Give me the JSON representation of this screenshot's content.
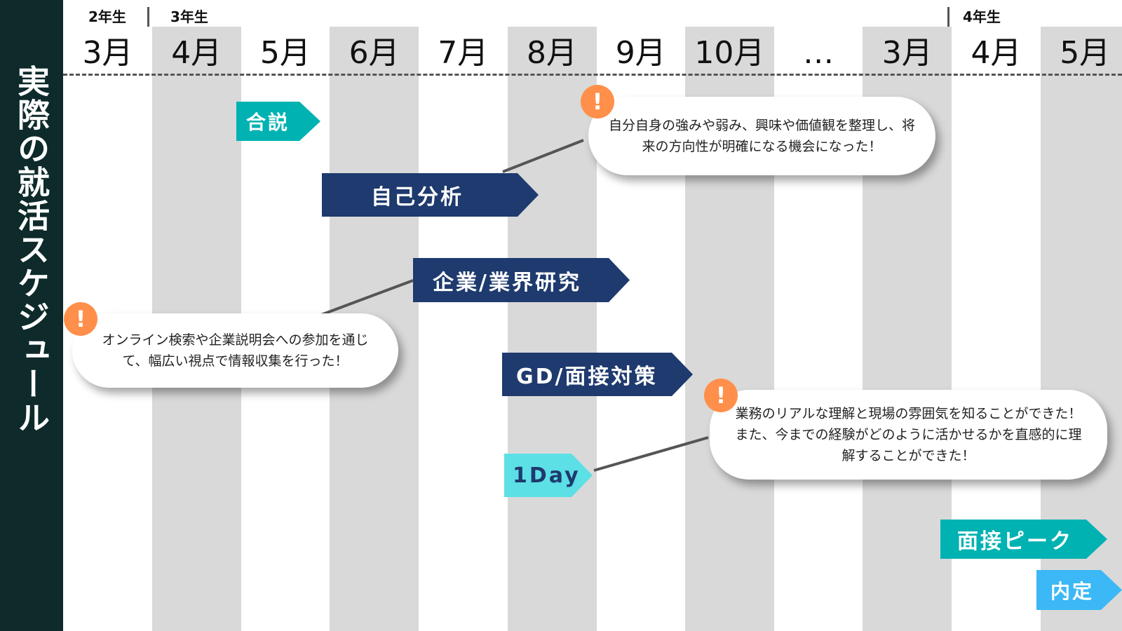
{
  "title": "実際の就活スケジュール",
  "years": [
    "2年生",
    "3年生",
    "4年生"
  ],
  "months": [
    "3月",
    "4月",
    "5月",
    "6月",
    "7月",
    "8月",
    "9月",
    "10月",
    "…",
    "3月",
    "4月",
    "5月"
  ],
  "colors": {
    "sidebar": "#0e2a2a",
    "navy": "#1e3a6e",
    "teal": "#00b2b2",
    "cyan": "#5ce0e6",
    "blue": "#3bb8f5",
    "warn": "#ff8f4a"
  },
  "phases": {
    "gosetsu": "合説",
    "self_analysis": "自己分析",
    "company_research": "企業/業界研究",
    "gd_interview": "GD/面接対策",
    "oneday": "1Day",
    "interview_peak": "面接ピーク",
    "offer": "内定"
  },
  "comments": {
    "self_analysis": "自分自身の強みや弱み、興味や価値観を整理し、将来の方向性が明確になる機会になった！",
    "company_research": "オンライン検索や企業説明会への参加を通じて、幅広い視点で情報収集を行った！",
    "oneday": "業務のリアルな理解と現場の雰囲気を知ることができた！また、今までの経験がどのように活かせるかを直感的に理解することができた！"
  },
  "warn_icon": "exclamation-icon"
}
